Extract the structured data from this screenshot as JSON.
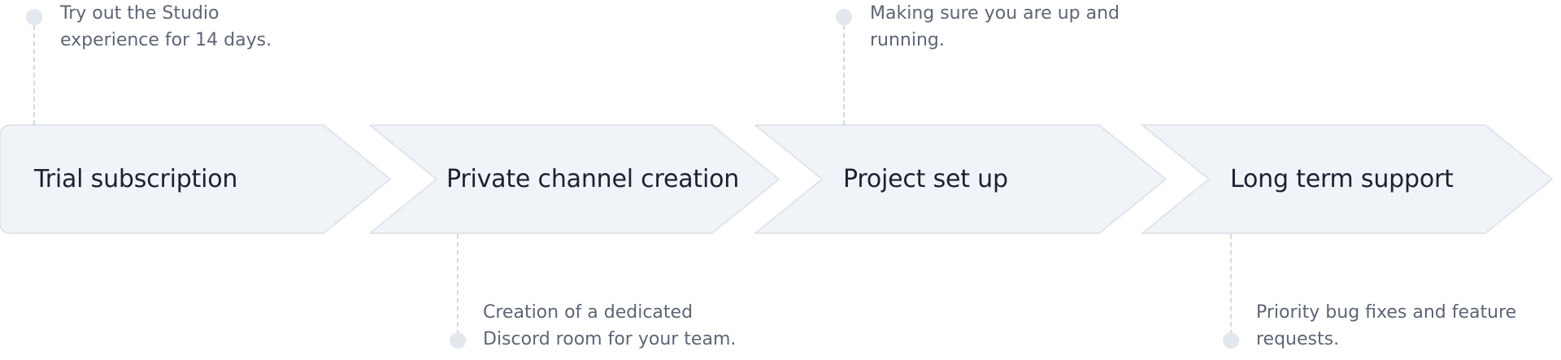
{
  "steps": [
    {
      "title": "Trial subscription",
      "note": [
        "Try out the Studio",
        "experience for 14 days."
      ],
      "note_position": "top"
    },
    {
      "title": "Private channel creation",
      "note": [
        "Creation of a dedicated",
        "Discord room for your team."
      ],
      "note_position": "bottom"
    },
    {
      "title": "Project set up",
      "note": [
        "Making sure you are up and",
        "running."
      ],
      "note_position": "top"
    },
    {
      "title": "Long term support",
      "note": [
        "Priority bug fixes and feature",
        "requests."
      ],
      "note_position": "bottom"
    }
  ],
  "colors": {
    "chevron_fill": "#f0f3f7",
    "chevron_stroke": "#e1e5eb",
    "title": "#1b2130",
    "note": "#5d6574",
    "dot": "#e3e7ee",
    "connector": "#d4d9e0"
  }
}
